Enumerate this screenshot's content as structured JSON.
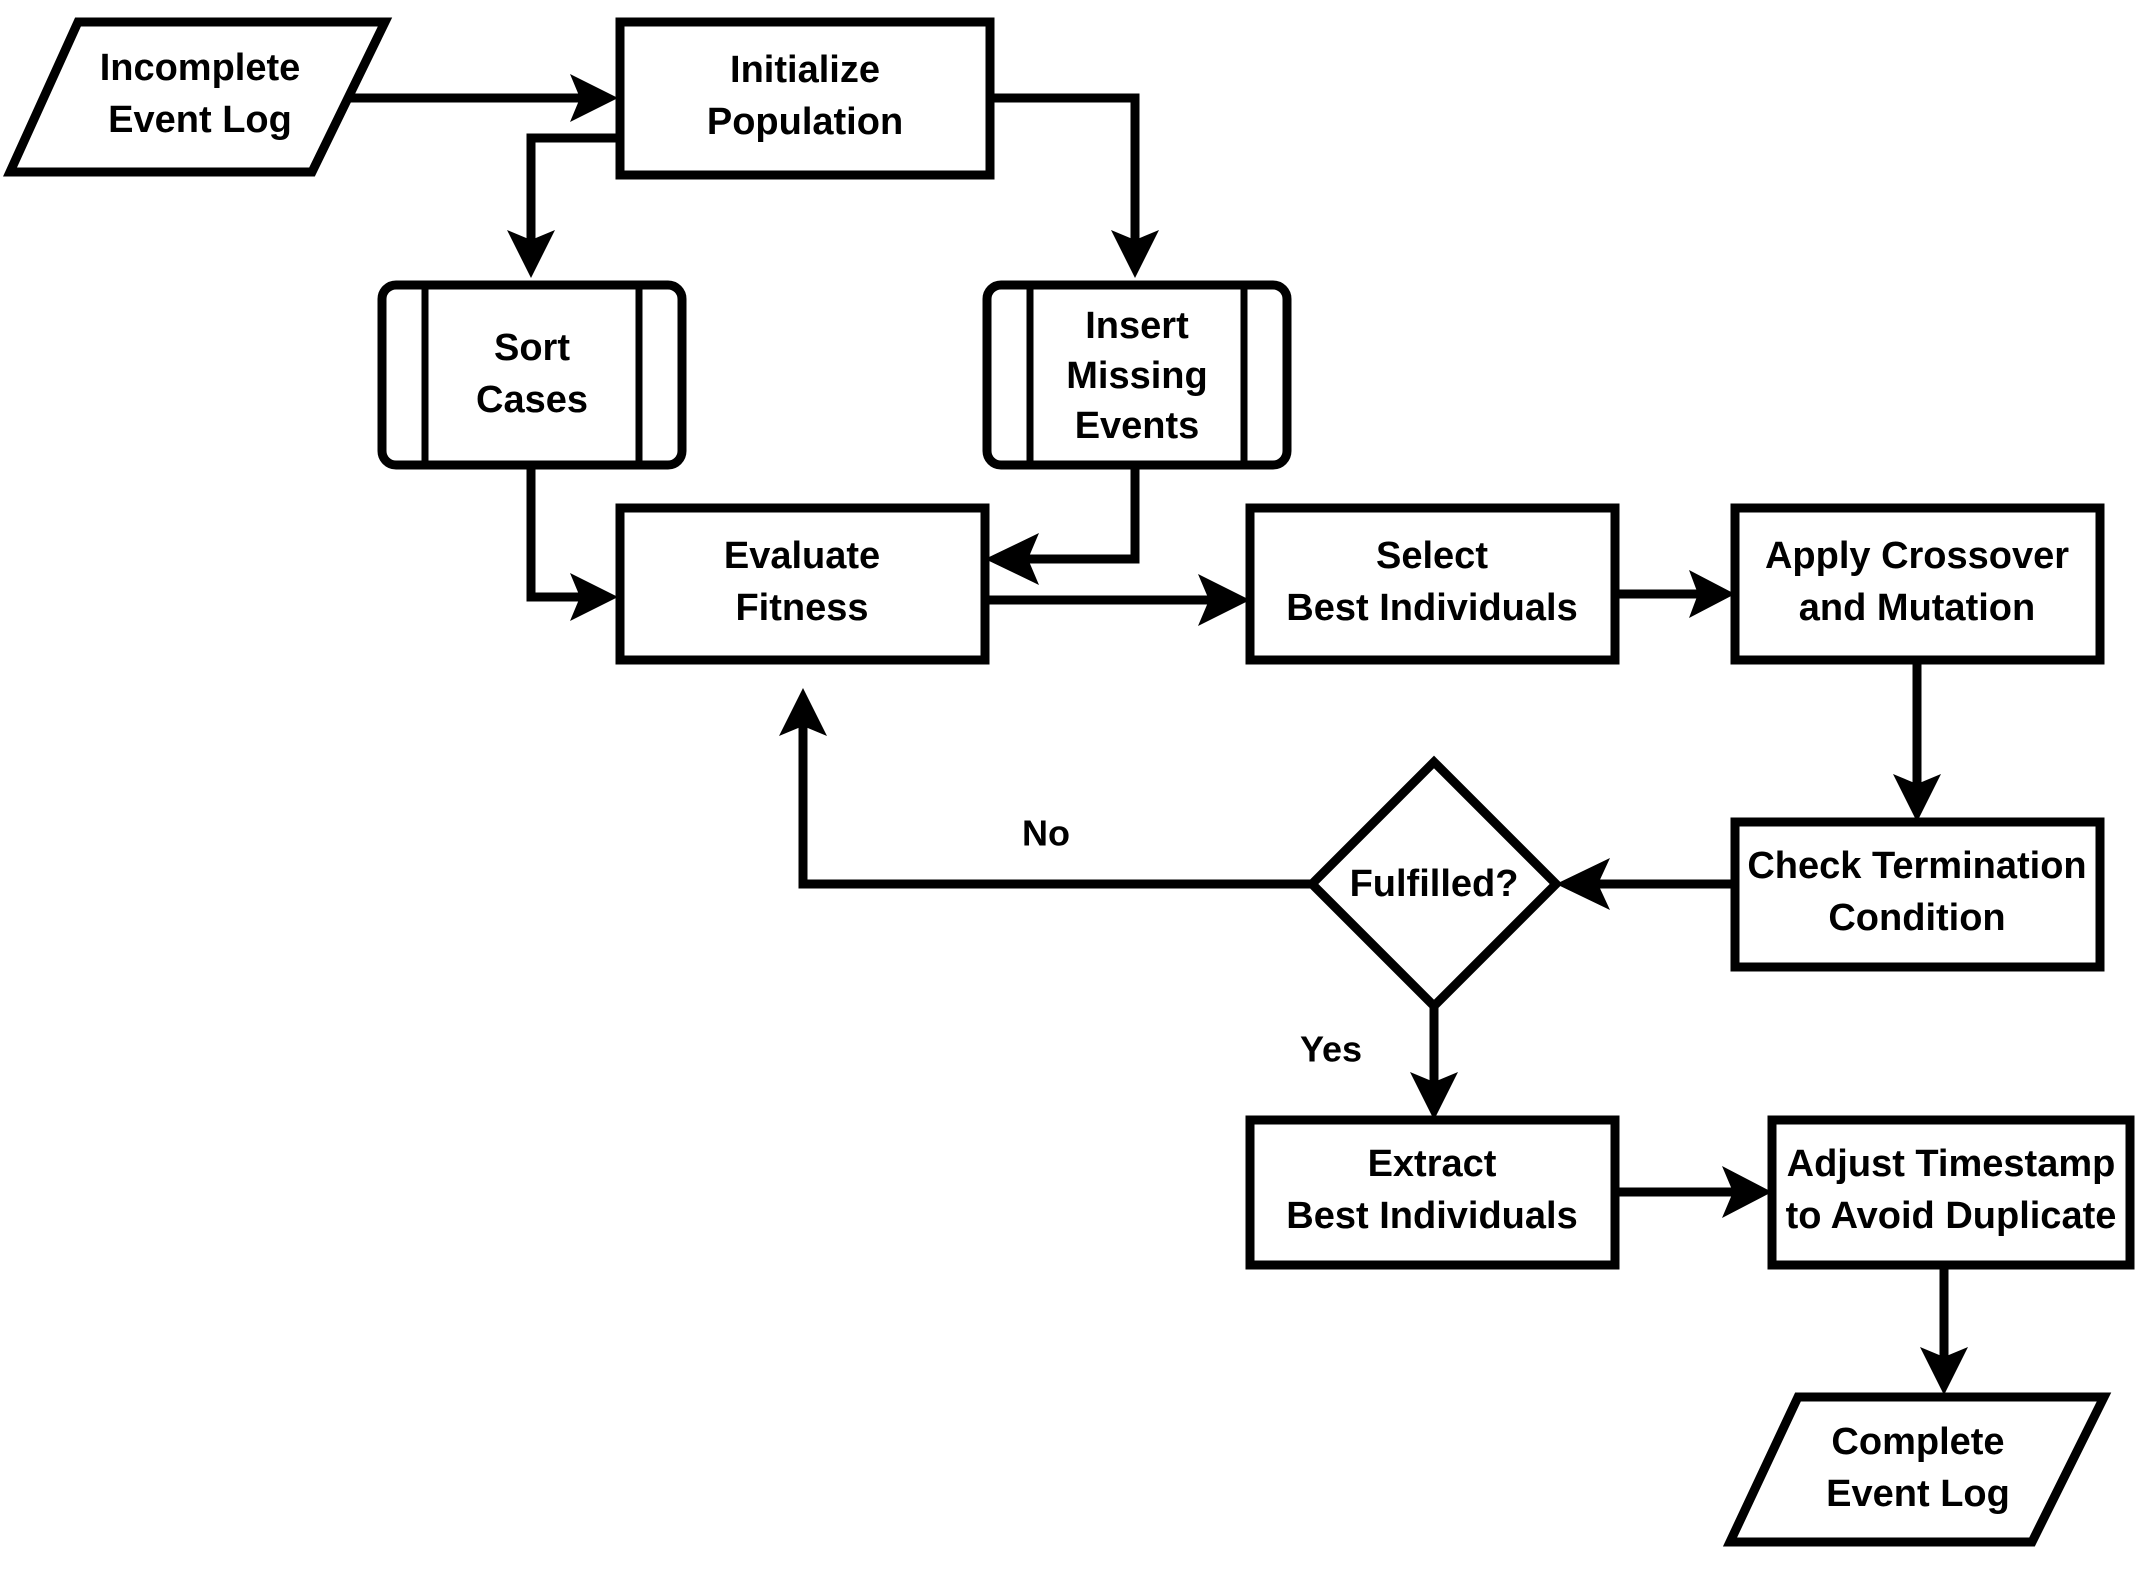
{
  "diagram": {
    "title": "Genetic Algorithm Event Log Completion Flowchart",
    "background_color": "#ffffff",
    "line_color": "#000000",
    "fill_color": "#ffffff"
  },
  "nodes": {
    "incomplete_event_log": {
      "label_line1": "Incomplete",
      "label_line2": "Event Log",
      "shape": "parallelogram-io"
    },
    "initialize_population": {
      "label_line1": "Initialize",
      "label_line2": "Population",
      "shape": "process-rectangle"
    },
    "sort_cases": {
      "label_line1": "Sort",
      "label_line2": "Cases",
      "shape": "predefined-process"
    },
    "insert_missing_events": {
      "label_line1": "Insert",
      "label_line2": "Missing",
      "label_line3": "Events",
      "shape": "predefined-process"
    },
    "evaluate_fitness": {
      "label_line1": "Evaluate",
      "label_line2": "Fitness",
      "shape": "process-rectangle"
    },
    "select_best_individuals": {
      "label_line1": "Select",
      "label_line2": "Best Individuals",
      "shape": "process-rectangle"
    },
    "apply_crossover_and_mutation": {
      "label_line1": "Apply Crossover",
      "label_line2": "and Mutation",
      "shape": "process-rectangle"
    },
    "check_termination_condition": {
      "label_line1": "Check Termination",
      "label_line2": "Condition",
      "shape": "process-rectangle"
    },
    "fulfilled_decision": {
      "label_line1": "Fulfilled?",
      "shape": "diamond-decision"
    },
    "extract_best_individuals": {
      "label_line1": "Extract",
      "label_line2": "Best Individuals",
      "shape": "process-rectangle"
    },
    "adjust_timestamp": {
      "label_line1": "Adjust Timestamp",
      "label_line2": "to Avoid Duplicate",
      "shape": "process-rectangle"
    },
    "complete_event_log": {
      "label_line1": "Complete",
      "label_line2": "Event Log",
      "shape": "parallelogram-io"
    }
  },
  "edge_labels": {
    "no": "No",
    "yes": "Yes"
  },
  "edges": [
    {
      "from": "incomplete_event_log",
      "to": "initialize_population",
      "label": ""
    },
    {
      "from": "initialize_population",
      "to": "sort_cases",
      "label": ""
    },
    {
      "from": "initialize_population",
      "to": "insert_missing_events",
      "label": ""
    },
    {
      "from": "sort_cases",
      "to": "evaluate_fitness",
      "label": ""
    },
    {
      "from": "insert_missing_events",
      "to": "evaluate_fitness",
      "label": ""
    },
    {
      "from": "evaluate_fitness",
      "to": "select_best_individuals",
      "label": ""
    },
    {
      "from": "select_best_individuals",
      "to": "apply_crossover_and_mutation",
      "label": ""
    },
    {
      "from": "apply_crossover_and_mutation",
      "to": "check_termination_condition",
      "label": ""
    },
    {
      "from": "check_termination_condition",
      "to": "fulfilled_decision",
      "label": ""
    },
    {
      "from": "fulfilled_decision",
      "to": "evaluate_fitness",
      "label": "No"
    },
    {
      "from": "fulfilled_decision",
      "to": "extract_best_individuals",
      "label": "Yes"
    },
    {
      "from": "extract_best_individuals",
      "to": "adjust_timestamp",
      "label": ""
    },
    {
      "from": "adjust_timestamp",
      "to": "complete_event_log",
      "label": ""
    }
  ]
}
